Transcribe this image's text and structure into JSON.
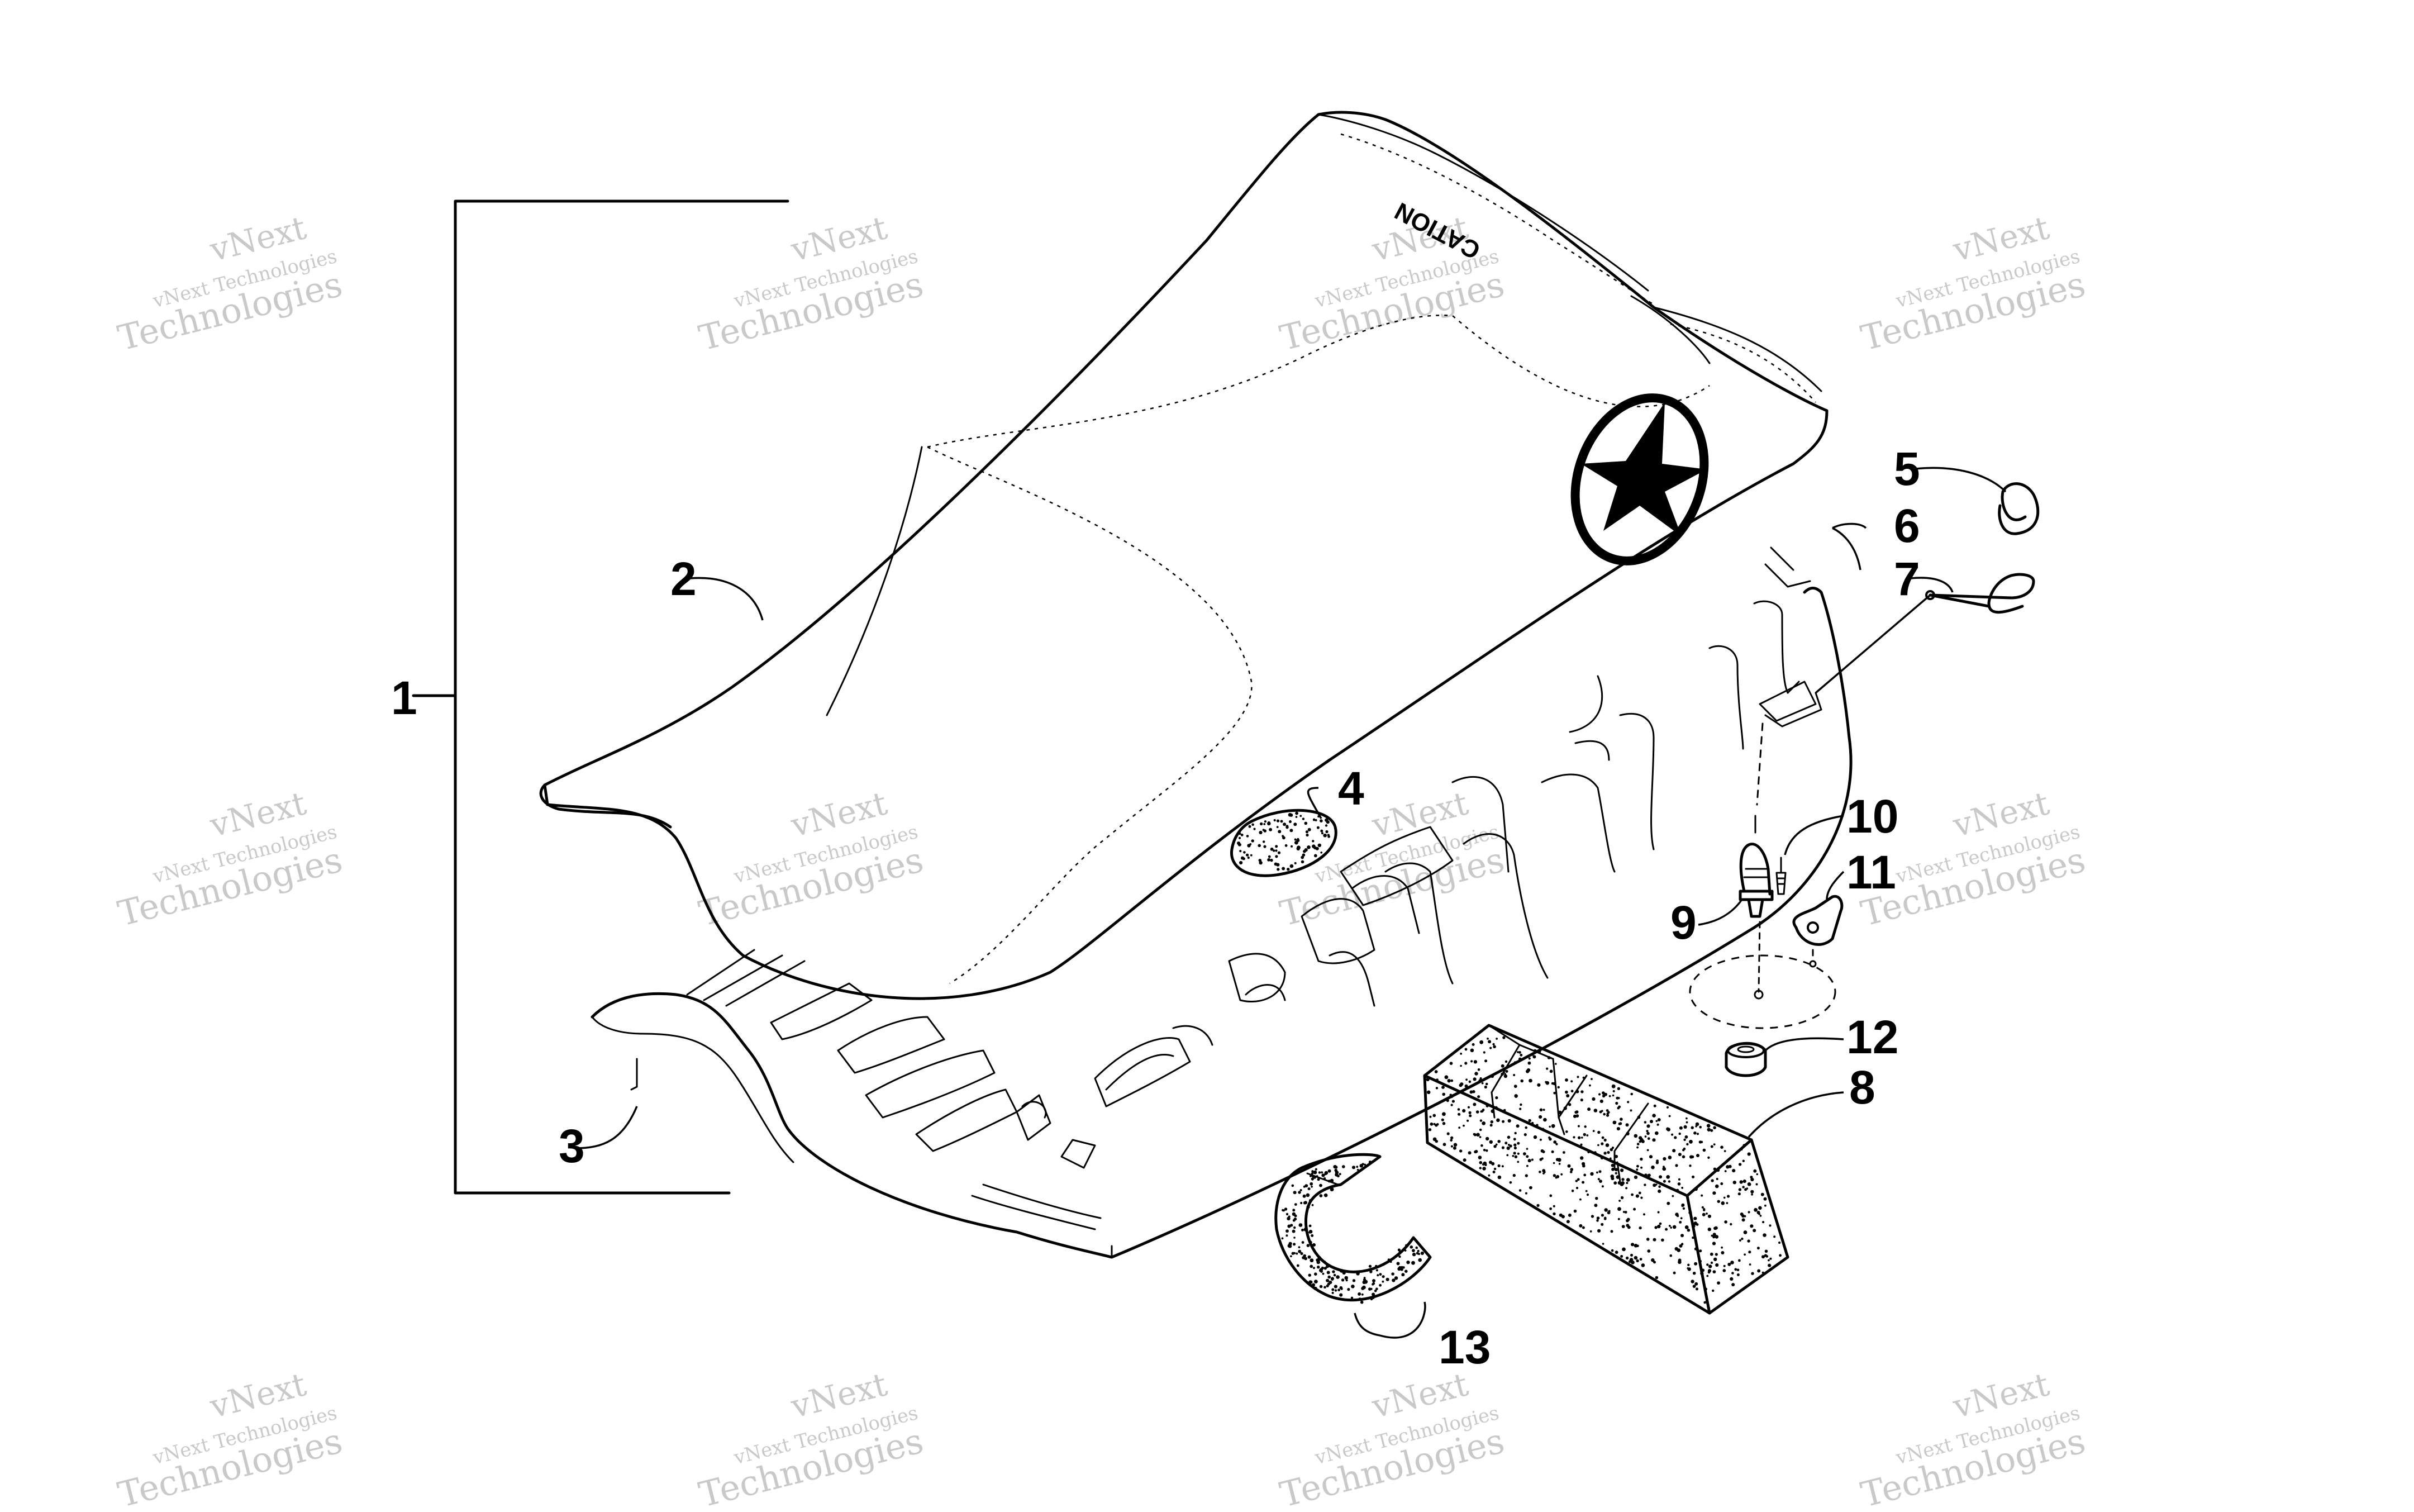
{
  "diagram": {
    "callouts": [
      {
        "id": "1",
        "label": "1"
      },
      {
        "id": "2",
        "label": "2"
      },
      {
        "id": "3",
        "label": "3"
      },
      {
        "id": "4",
        "label": "4"
      },
      {
        "id": "5",
        "label": "5"
      },
      {
        "id": "6",
        "label": "6"
      },
      {
        "id": "7",
        "label": "7"
      },
      {
        "id": "8",
        "label": "8"
      },
      {
        "id": "9",
        "label": "9"
      },
      {
        "id": "10",
        "label": "10"
      },
      {
        "id": "11",
        "label": "11"
      },
      {
        "id": "12",
        "label": "12"
      },
      {
        "id": "13",
        "label": "13"
      }
    ],
    "seat_logo_text": "CATION"
  },
  "watermark": {
    "line1": "vNext",
    "line2": "vNext Technologies",
    "line3": "Technologies"
  },
  "colors": {
    "ink": "#000000",
    "background": "#ffffff",
    "watermark": "#c9c9c9"
  }
}
